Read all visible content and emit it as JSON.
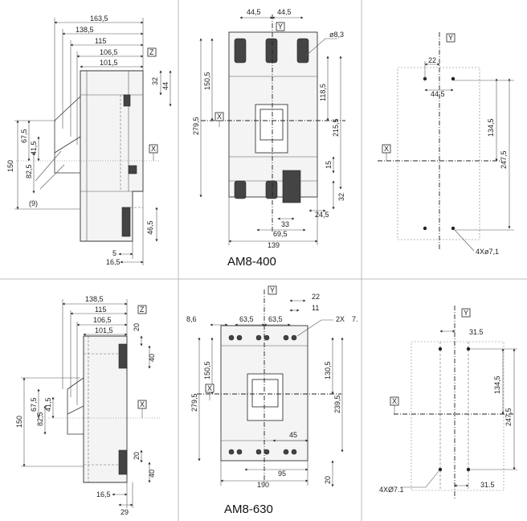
{
  "models": {
    "top": "AM8-400",
    "bottom": "AM8-630"
  },
  "axis_markers": {
    "x": "X",
    "y": "Y",
    "z": "Z"
  },
  "p1": {
    "dims": [
      "163,5",
      "138,5",
      "115",
      "106,5",
      "101,5",
      "32",
      "44",
      "67,5",
      "41,5",
      "82,5",
      "150",
      "(9)",
      "46,5",
      "5",
      "16,5"
    ]
  },
  "p2": {
    "dims": [
      "44,5",
      "44,5",
      "ø8,3",
      "150,5",
      "279,5",
      "118,5",
      "215,5",
      "15",
      "32",
      "24,5",
      "33",
      "69,5",
      "139"
    ]
  },
  "p3": {
    "dims": [
      "22",
      "44,5",
      "134,5",
      "247,5",
      "4Xø7,1"
    ]
  },
  "p4": {
    "dims": [
      "138,5",
      "115",
      "106,5",
      "101,5",
      "20",
      "40",
      "67,5",
      "41,5",
      "82,5",
      "150",
      "20",
      "40",
      "16,5",
      "29"
    ]
  },
  "p5": {
    "dims": [
      "8,6",
      "63,5",
      "63,5",
      "22",
      "11",
      "2X",
      "7.",
      "150,5",
      "279,5",
      "130,5",
      "239,5",
      "45",
      "95",
      "190",
      "20"
    ]
  },
  "p6": {
    "dims": [
      "31.5",
      "134,5",
      "247,5",
      "4XØ7.1",
      "31.5"
    ]
  }
}
